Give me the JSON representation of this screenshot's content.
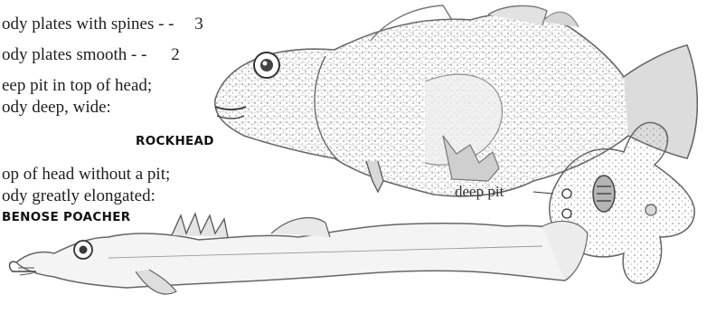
{
  "key": {
    "top_fragment": "",
    "spines_line": "ody plates with spines - -",
    "spines_ref": "3",
    "smooth_line": "ody plates smooth - -",
    "smooth_ref": "2",
    "pit_line1": "eep pit in top of head;",
    "pit_line2": "ody deep, wide:",
    "rockhead_name": "ROCKHEAD",
    "nopit_line1": "op of head without a pit;",
    "nopit_line2": "ody greatly elongated:",
    "poacher_name": "BENOSE  POACHER"
  },
  "illustrations": {
    "deep_pit_label": "deep pit"
  }
}
